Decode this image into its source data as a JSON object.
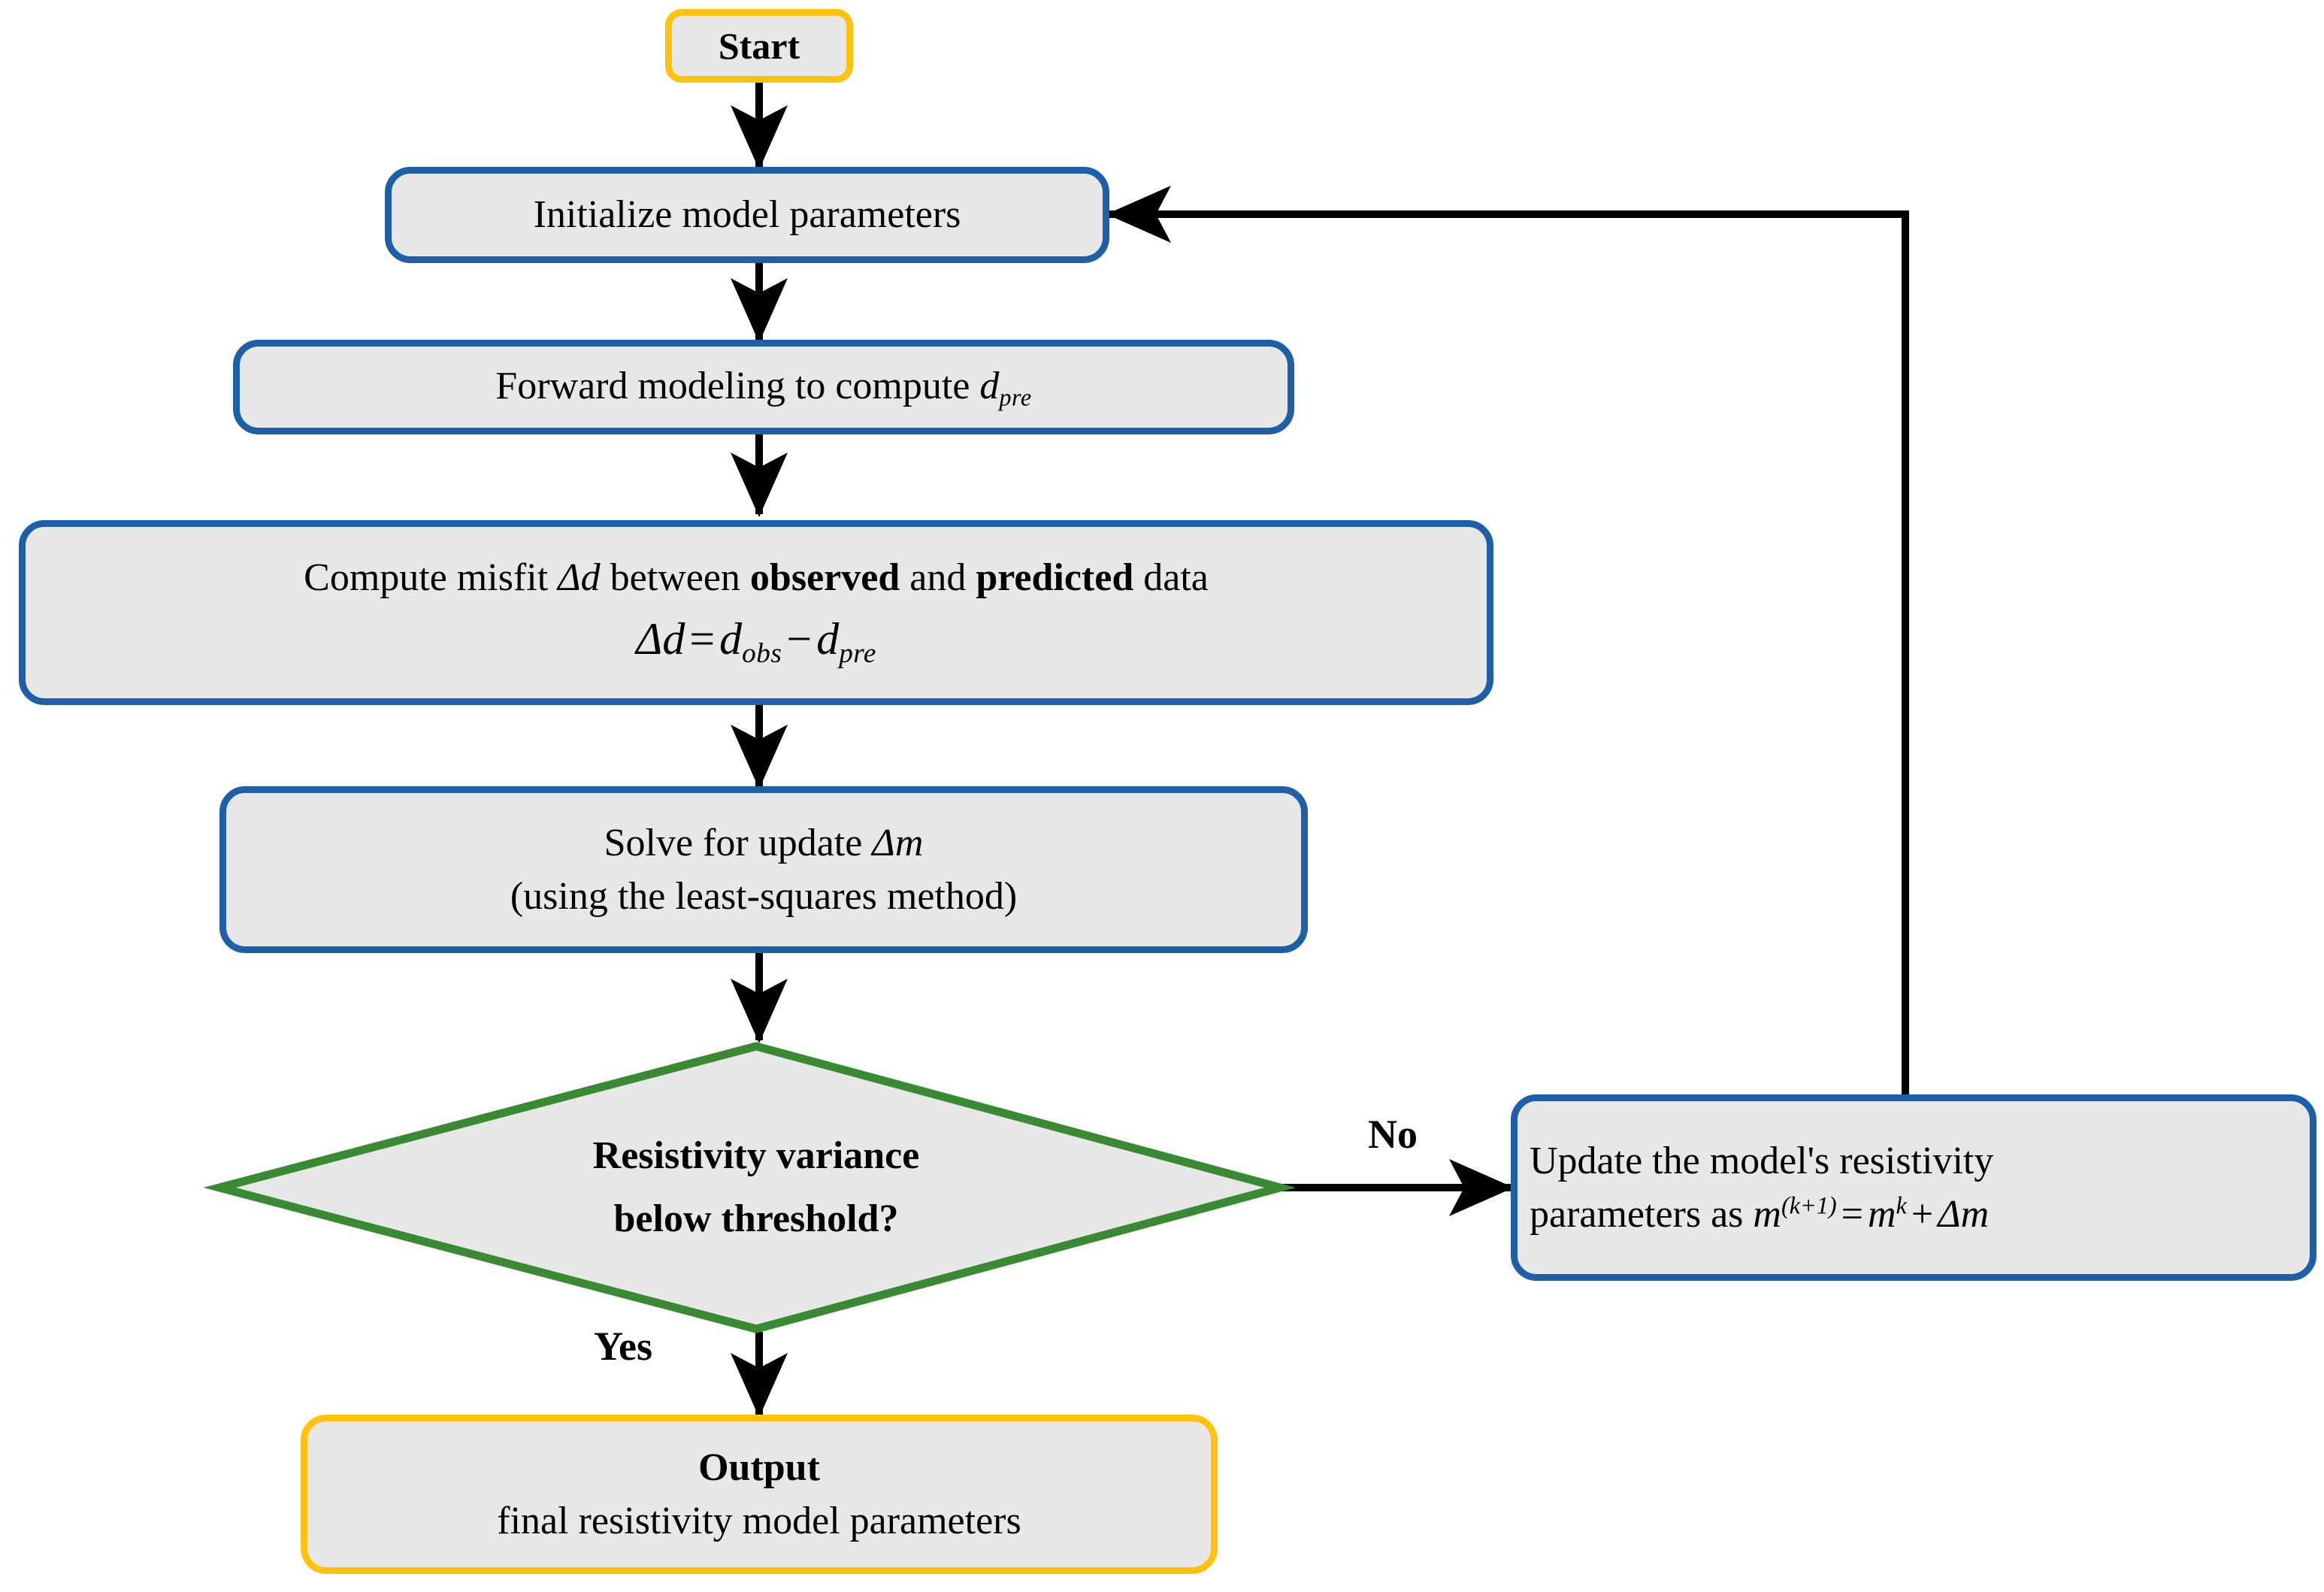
{
  "diagram": {
    "title": "Resistivity inversion workflow flowchart",
    "colors": {
      "terminator_border": "#FFC20E",
      "process_border": "#1F5FA8",
      "decision_border": "#3A8A34",
      "node_fill": "#E7E7E7",
      "connector": "#000000"
    },
    "nodes": {
      "start": {
        "label": "Start",
        "shape": "terminator"
      },
      "initialize": {
        "label": "Initialize model parameters",
        "shape": "process"
      },
      "forward": {
        "text_before": "Forward modeling to compute",
        "var": "d",
        "var_sub": "pre",
        "shape": "process"
      },
      "misfit": {
        "line1_a": "Compute misfit",
        "line1_delta": "Δd",
        "line1_b": "between",
        "line1_bold1": "observed",
        "line1_c": "and",
        "line1_bold2": "predicted",
        "line1_d": "data",
        "eq_lhs_delta": "Δd",
        "eq_equals": "=",
        "eq_term1": "d",
        "eq_term1_sub": "obs",
        "eq_minus": "−",
        "eq_term2": "d",
        "eq_term2_sub": "pre",
        "shape": "process"
      },
      "solve": {
        "line1_text": "Solve for update",
        "line1_var": "Δm",
        "line2": "(using the least-squares method)",
        "shape": "process"
      },
      "decision": {
        "line1": "Resistivity variance",
        "line2": "below threshold?",
        "shape": "decision"
      },
      "update": {
        "line1": "Update the model's resistivity",
        "line2_text": "parameters as",
        "eq_m1": "m",
        "eq_m1_sup": "(k+1)",
        "eq_equals": "=",
        "eq_m2": "m",
        "eq_m2_sup": "k",
        "eq_plus": "+",
        "eq_dm": "Δm",
        "shape": "process"
      },
      "output": {
        "line1": "Output",
        "line2": "final resistivity model parameters",
        "shape": "terminator"
      }
    },
    "edge_labels": {
      "no": "No",
      "yes": "Yes"
    }
  }
}
